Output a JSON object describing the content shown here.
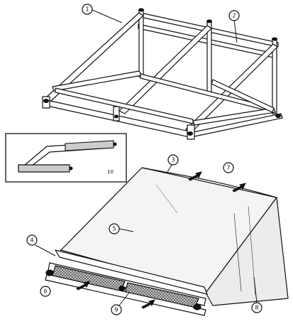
{
  "callouts": {
    "c1": "1",
    "c2": "2",
    "c3": "3",
    "c4": "4",
    "c5": "5",
    "c6": "6",
    "c7": "7",
    "c8": "8",
    "c9": "9"
  },
  "inset": {
    "label": "10"
  },
  "colors": {
    "ink": "#111111",
    "paper": "#ffffff",
    "shade": "#bdbdbd"
  }
}
